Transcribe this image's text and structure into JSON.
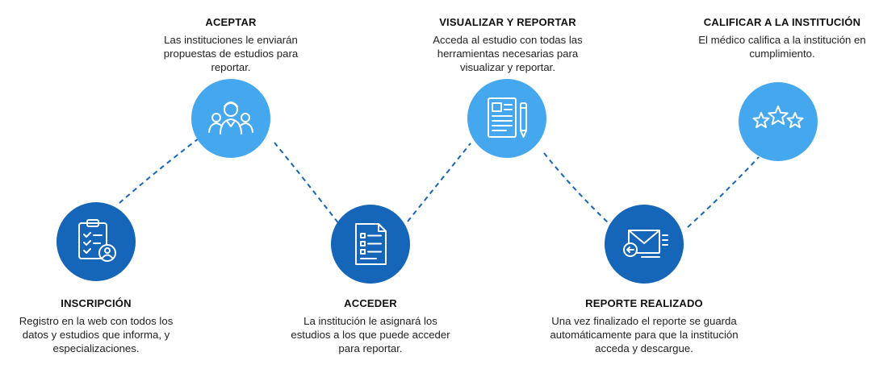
{
  "steps": [
    {
      "id": "inscripcion",
      "title": "INSCRIPCIÓN",
      "description": "Registro en la web con todos los datos y estudios que informa, y especializaciones.",
      "icon": "clipboard-user-icon",
      "color": "#1565b8"
    },
    {
      "id": "aceptar",
      "title": "ACEPTAR",
      "description": "Las instituciones le enviarán propuestas de estudios para reportar.",
      "icon": "medical-team-icon",
      "color": "#45a8ee"
    },
    {
      "id": "acceder",
      "title": "ACCEDER",
      "description": "La institución le asignará los estudios a los que puede acceder para reportar.",
      "icon": "document-list-icon",
      "color": "#1565b8"
    },
    {
      "id": "visualizar",
      "title": "VISUALIZAR Y REPORTAR",
      "description": "Acceda al estudio con todas las herramientas necesarias para visualizar y reportar.",
      "icon": "report-pen-icon",
      "color": "#45a8ee"
    },
    {
      "id": "reporte",
      "title": "REPORTE REALIZADO",
      "description": "Una vez finalizado el reporte se guarda automáticamente para que la institución acceda y descargue.",
      "icon": "envelope-send-icon",
      "color": "#1565b8"
    },
    {
      "id": "calificar",
      "title": "CALIFICAR A LA INSTITUCIÓN",
      "description": "El médico califica a la institución en cumplimiento.",
      "icon": "three-stars-icon",
      "color": "#45a8ee"
    }
  ]
}
